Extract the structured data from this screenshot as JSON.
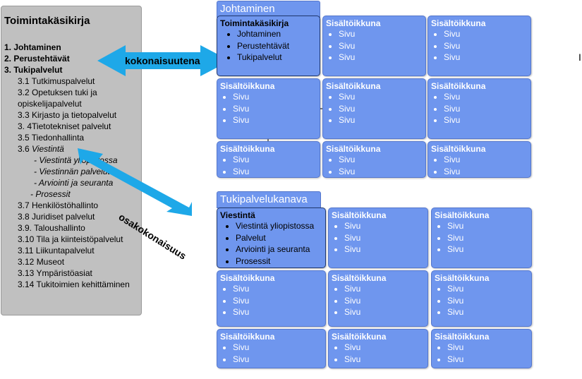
{
  "handbook": {
    "title": "Toimintakäsikirja",
    "sections": [
      {
        "text": "1. Johtaminen",
        "style": "bold"
      },
      {
        "text": "2. Perustehtävät",
        "style": "bold"
      },
      {
        "text": "3. Tukipalvelut",
        "style": "bold"
      }
    ],
    "items": [
      "3.1 Tutkimuspalvelut",
      "3.2 Opetuksen tuki ja",
      "opiskelijapalvelut",
      "3.3 Kirjasto ja tietopalvelut",
      "3. 4Tietotekniset palvelut",
      "3.5 Tiedonhallinta"
    ],
    "viestinta_prefix": "3.6 ",
    "viestinta_label": "Viestintä",
    "subitems": [
      "- Viestintä yliopistossa",
      "- Viestinnän palvelut",
      "- Arviointi ja seuranta",
      "- Prosessit"
    ],
    "items_after": [
      "3.7 Henkilöstöhallinto",
      "3.8 Juridiset palvelut",
      "3.9. Taloushallinto",
      "3.10 Tila ja kiinteistöpalvelut",
      "3.11 Liikuntapalvelut",
      "3.12 Museot",
      "3.13 Ympäristöasiat",
      "3.14 Tukitoimien kehittäminen"
    ]
  },
  "arrows": {
    "whole_label": "kokonaisuutena",
    "part_label": "osakokonaisuus",
    "color": "#1ea8e8"
  },
  "panel_top": {
    "title": "Johtaminen",
    "main": {
      "title": "Toimintakäsikirja",
      "items": [
        "Johtaminen",
        "Perustehtävät",
        "Tukipalvelut"
      ]
    },
    "content_title": "Sisältöikkuna",
    "page_label": "Sivu"
  },
  "panel_bottom": {
    "title": "Tukipalvelukanava",
    "main": {
      "title": "Viestintä",
      "items": [
        "Viestintä yliopistossa",
        "Palvelut",
        "Arviointi ja seuranta",
        "Prosessit"
      ]
    },
    "content_title": "Sisältöikkuna",
    "page_label": "Sivu"
  },
  "right_edge_text": "I",
  "colors": {
    "cell_fill": "#6f96ee",
    "cell_border": "#5577cc",
    "handbook_fill": "#c0c0c0"
  }
}
